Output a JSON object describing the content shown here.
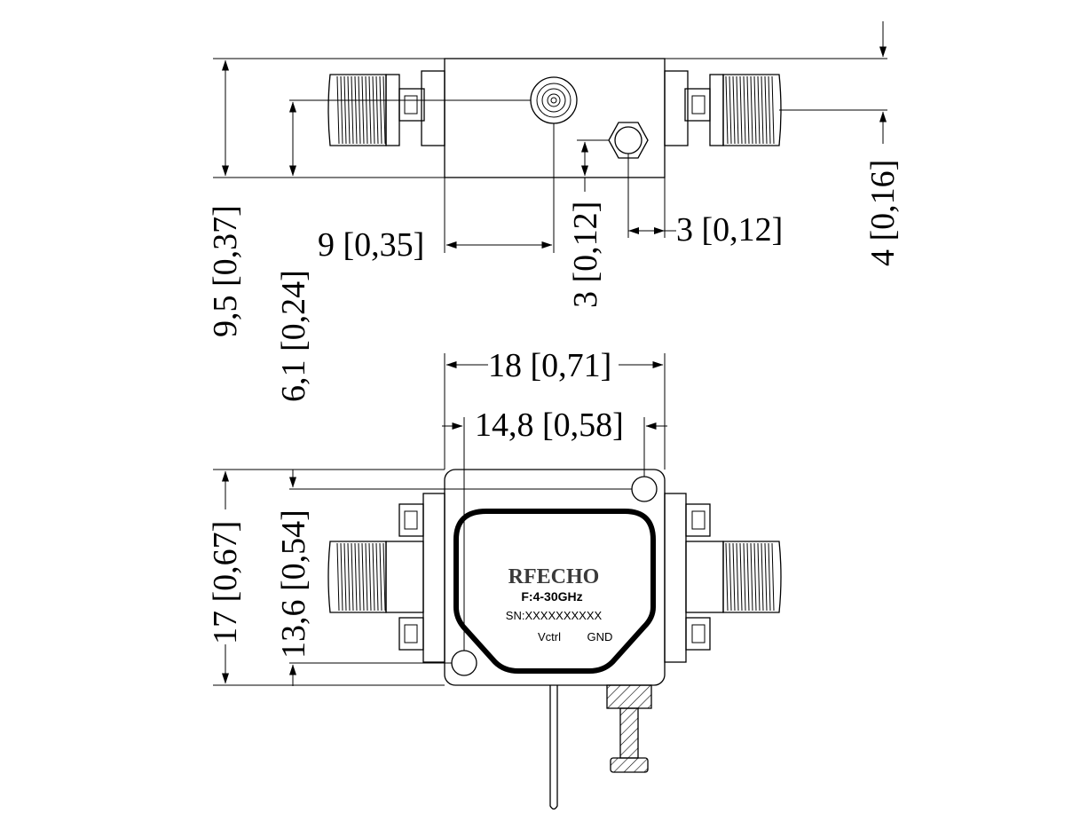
{
  "dimensions": {
    "height_total": "9,5 [0,37]",
    "height_center": "6,1 [0,24]",
    "tuning_pos_x": "9 [0,35]",
    "ctrl_height": "3 [0,12]",
    "ctrl_offset": "3 [0,12]",
    "connector_height": "4 [0,16]",
    "body_width": "18 [0,71]",
    "hole_spacing_x": "14,8 [0,58]",
    "body_height": "17 [0,67]",
    "hole_spacing_y": "13,6 [0,54]"
  },
  "label": {
    "brand": "RFECHO",
    "frequency": "F:4-30GHz",
    "serial": "SN:XXXXXXXXXX",
    "pin_vctrl": "Vctrl",
    "pin_gnd": "GND"
  },
  "colors": {
    "line": "#000000",
    "brand_text": "#3a3a3a",
    "background": "#ffffff"
  }
}
